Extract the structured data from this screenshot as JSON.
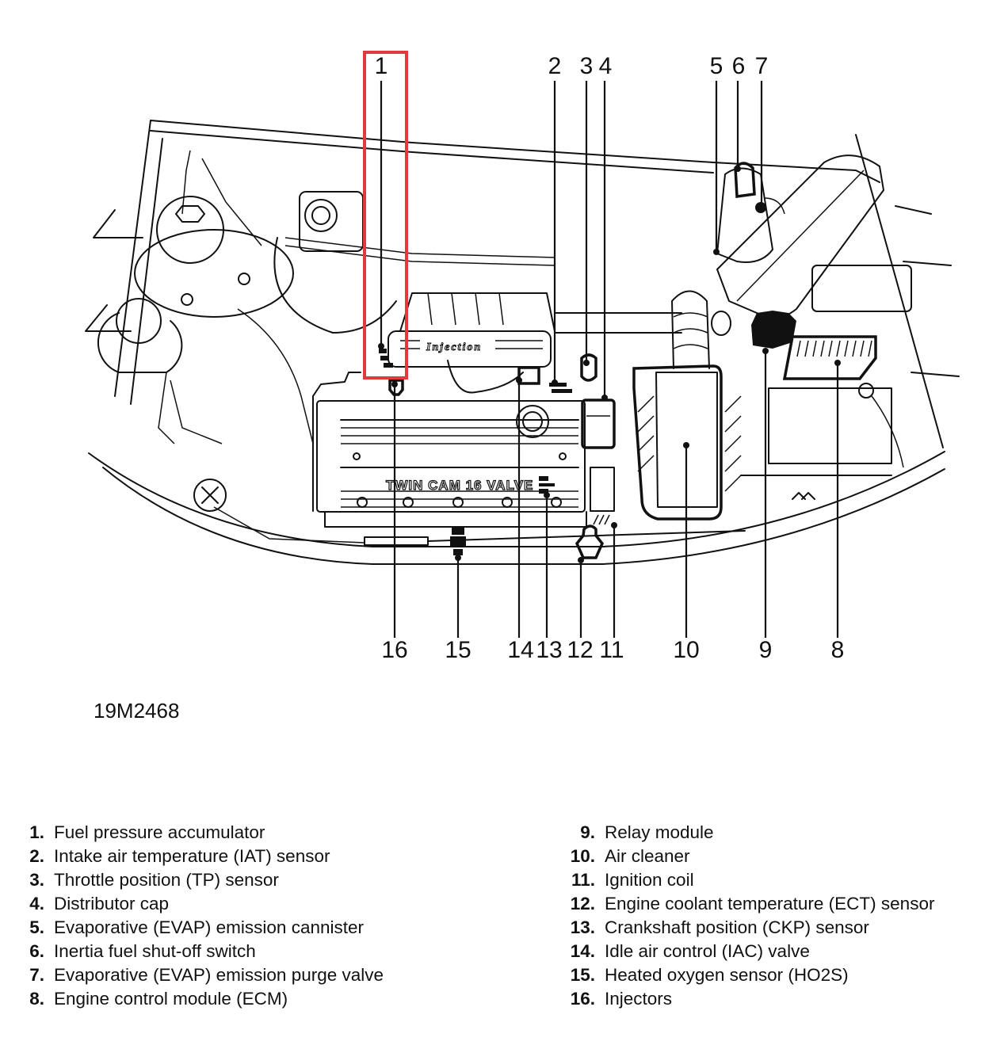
{
  "figure": {
    "code": "19M2468",
    "highlight_color": "#e0393e",
    "highlighted_component": "1",
    "engine_cover_text": "TWIN CAM 16 VALVE",
    "manifold_text": "Injection"
  },
  "callouts": {
    "top": [
      "1",
      "2",
      "3",
      "4",
      "5",
      "6",
      "7"
    ],
    "bottom": [
      "16",
      "15",
      "14",
      "13",
      "12",
      "11",
      "10",
      "9",
      "8"
    ]
  },
  "legend": {
    "left": [
      {
        "num": "1.",
        "label": "Fuel pressure accumulator"
      },
      {
        "num": "2.",
        "label": "Intake air temperature (IAT) sensor"
      },
      {
        "num": "3.",
        "label": "Throttle position (TP) sensor"
      },
      {
        "num": "4.",
        "label": "Distributor cap"
      },
      {
        "num": "5.",
        "label": "Evaporative (EVAP) emission cannister"
      },
      {
        "num": "6.",
        "label": "Inertia fuel shut-off switch"
      },
      {
        "num": "7.",
        "label": "Evaporative (EVAP) emission purge valve"
      },
      {
        "num": "8.",
        "label": "Engine control module (ECM)"
      }
    ],
    "right": [
      {
        "num": "9.",
        "label": "Relay module"
      },
      {
        "num": "10.",
        "label": "Air cleaner"
      },
      {
        "num": "11.",
        "label": "Ignition coil"
      },
      {
        "num": "12.",
        "label": "Engine coolant temperature (ECT) sensor"
      },
      {
        "num": "13.",
        "label": "Crankshaft position (CKP) sensor"
      },
      {
        "num": "14.",
        "label": "Idle air control (IAC) valve"
      },
      {
        "num": "15.",
        "label": "Heated oxygen sensor (HO2S)"
      },
      {
        "num": "16.",
        "label": "Injectors"
      }
    ]
  }
}
